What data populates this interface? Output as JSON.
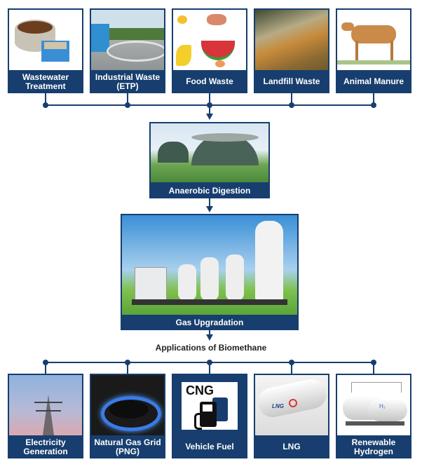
{
  "sources": [
    {
      "label": "Wastewater Treatment",
      "icon": "wastewater-plant-image"
    },
    {
      "label": "Industrial Waste (ETP)",
      "icon": "etp-plant-image"
    },
    {
      "label": "Food Waste",
      "icon": "food-waste-image"
    },
    {
      "label": "Landfill Waste",
      "icon": "landfill-image"
    },
    {
      "label": "Animal Manure",
      "icon": "cow-image"
    }
  ],
  "process": {
    "digestion": "Anaerobic Digestion",
    "upgradation": "Gas Upgradation"
  },
  "applications_title": "Applications of Biomethane",
  "applications": [
    {
      "label": "Electricity Generation",
      "icon": "power-tower-image"
    },
    {
      "label": "Natural Gas Grid (PNG)",
      "icon": "gas-burner-image"
    },
    {
      "label": "Vehicle Fuel",
      "icon": "cng-pump-icon",
      "badge": "CNG"
    },
    {
      "label": "LNG",
      "icon": "lng-tank-image",
      "tank_text": "LNG"
    },
    {
      "label": "Renewable Hydrogen",
      "icon": "hydrogen-tank-image",
      "tank_text": "H₂"
    }
  ],
  "colors": {
    "navy": "#173e6e"
  }
}
